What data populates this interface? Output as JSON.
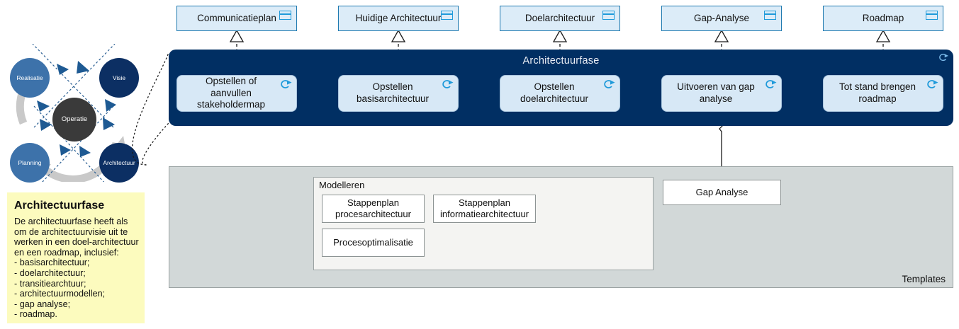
{
  "diagram": {
    "title": "Architectuurfase",
    "colors": {
      "band": "#012f63",
      "deliverable_fill": "#dcecf8",
      "deliverable_border": "#1f7ab0",
      "process_fill": "#d7e8f6",
      "process_border": "#a9c6de",
      "accent_icon": "#1f9ada",
      "templates_fill": "#d2d8d8",
      "group_fill": "#f4f4f2",
      "note_fill": "#fcfbbe"
    }
  },
  "deliverables": [
    {
      "label": "Communicatieplan",
      "icon": "deliverable-icon"
    },
    {
      "label": "Huidige Architectuur",
      "icon": "deliverable-icon"
    },
    {
      "label": "Doelarchitectuur",
      "icon": "deliverable-icon"
    },
    {
      "label": "Gap-Analyse",
      "icon": "deliverable-icon"
    },
    {
      "label": "Roadmap",
      "icon": "deliverable-icon"
    }
  ],
  "phase": {
    "title": "Architectuurfase",
    "icon": "process-icon",
    "processes": [
      {
        "label": "Opstellen of aanvullen stakeholdermap",
        "icon": "process-icon"
      },
      {
        "label": "Opstellen basisarchitectuur",
        "icon": "process-icon"
      },
      {
        "label": "Opstellen doelarchitectuur",
        "icon": "process-icon"
      },
      {
        "label": "Uitvoeren van gap analyse",
        "icon": "process-icon"
      },
      {
        "label": "Tot stand brengen roadmap",
        "icon": "process-icon"
      }
    ],
    "junctions": [
      {
        "type": "and",
        "filled": true
      },
      {
        "type": "or",
        "filled": false
      },
      {
        "type": "or",
        "filled": false
      }
    ]
  },
  "templates": {
    "label": "Templates",
    "group": {
      "title": "Modelleren",
      "items": [
        "Stappenplan procesarchitectuur",
        "Stappenplan informatiearchitectuur",
        "Procesoptimalisatie"
      ]
    },
    "standalone": [
      "Gap Analyse"
    ]
  },
  "note": {
    "title": "Architectuurfase",
    "body": "De architectuurfase heeft als om de architectuurvisie uit te werken in een doel-architectuur en een roadmap, inclusief:\n- basisarchitectuur;\n- doelarchitectuur;\n- transitiearchtuur;\n- architectuurmodellen;\n- gap analyse;\n- roadmap."
  },
  "cycle": {
    "center": "Operatie",
    "nodes": [
      {
        "label": "Realisatie",
        "color": "#3d72aa"
      },
      {
        "label": "Visie",
        "color": "#0c2f63"
      },
      {
        "label": "Planning",
        "color": "#3d72aa"
      },
      {
        "label": "Architectuur",
        "color": "#0c2f63"
      }
    ]
  }
}
